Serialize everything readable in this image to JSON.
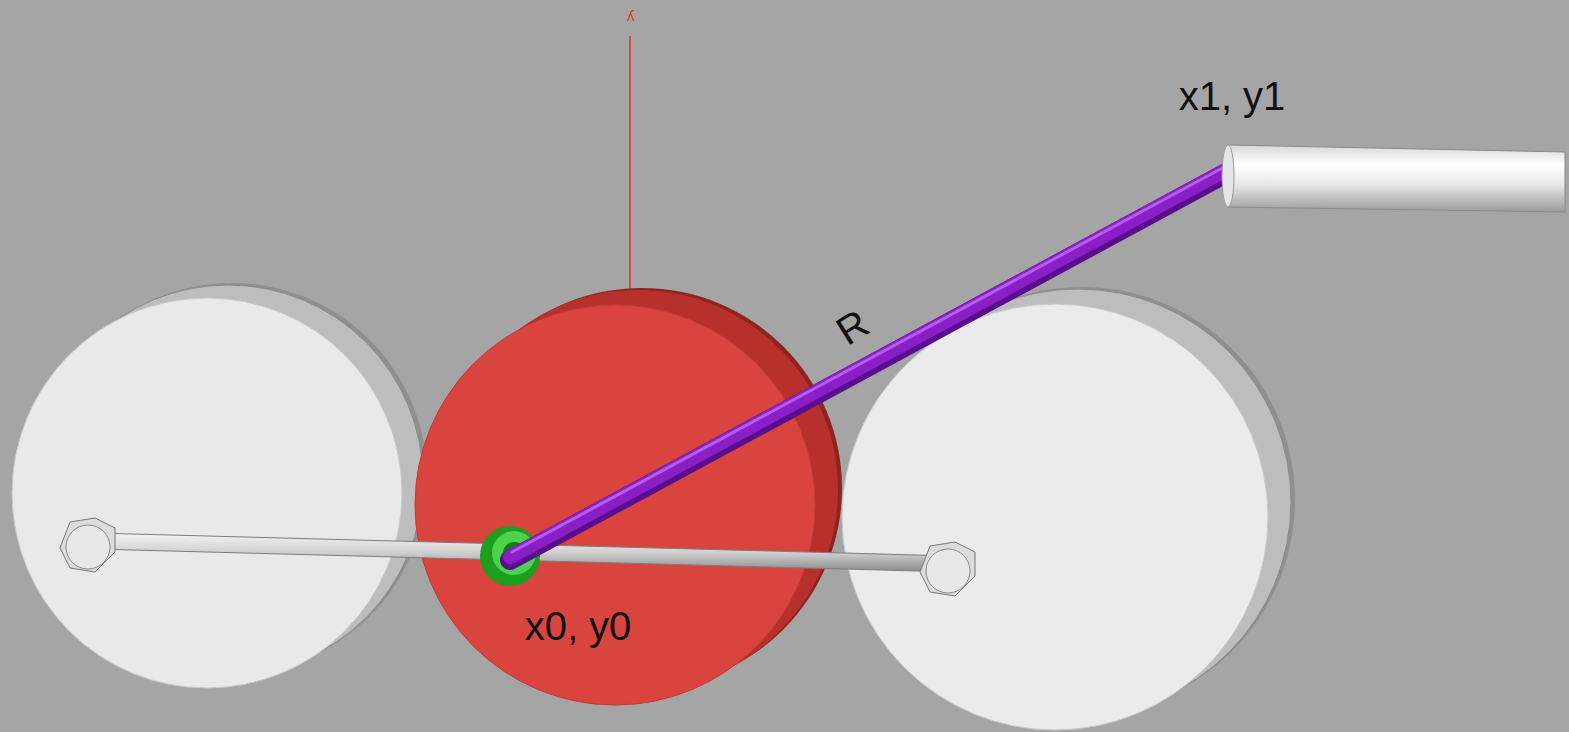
{
  "diagram": {
    "labels": [
      "y",
      "x1, y1",
      "R",
      "x0, y0"
    ]
  }
}
